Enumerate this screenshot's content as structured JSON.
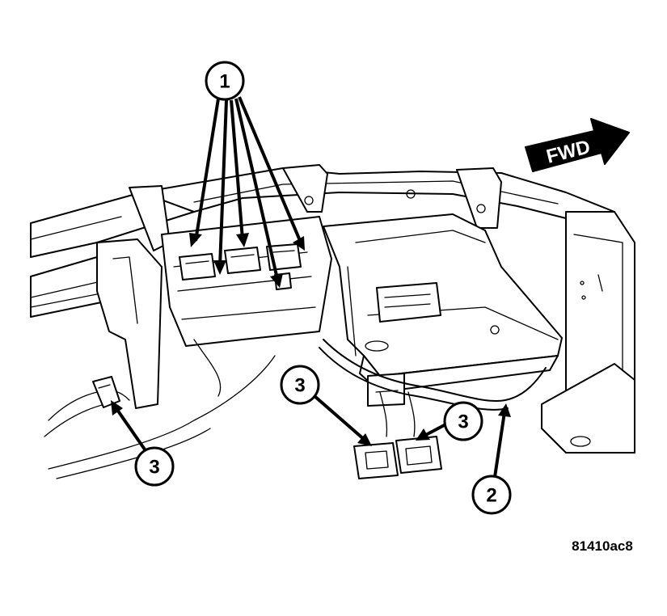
{
  "callouts": [
    {
      "id": "c1",
      "label": "1"
    },
    {
      "id": "c2",
      "label": "2"
    },
    {
      "id": "c3a",
      "label": "3"
    },
    {
      "id": "c3b",
      "label": "3"
    },
    {
      "id": "c3c",
      "label": "3"
    }
  ],
  "direction_label": "FWD",
  "figure_id": "81410ac8",
  "colors": {
    "line": "#000000",
    "background": "#ffffff"
  }
}
